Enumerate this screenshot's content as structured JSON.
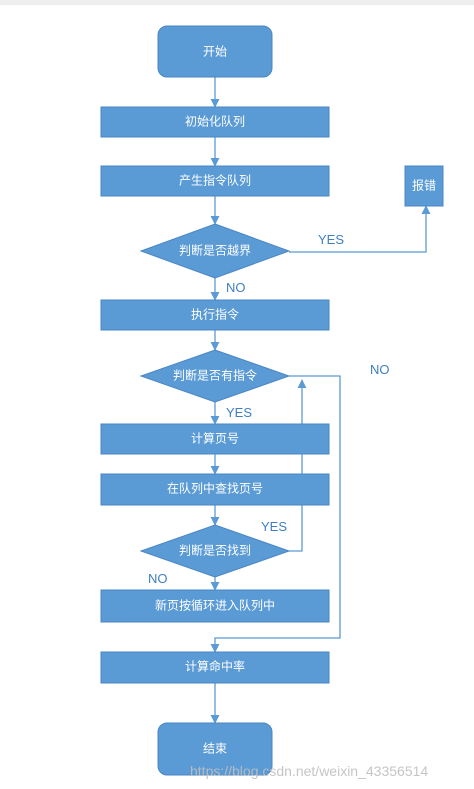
{
  "nodes": {
    "start": "开始",
    "init_queue": "初始化队列",
    "gen_instr": "产生指令队列",
    "check_bounds": "判断是否越界",
    "report_error": "报错",
    "exec_instr": "执行指令",
    "check_instr": "判断是否有指令",
    "calc_page": "计算页号",
    "find_page": "在队列中查找页号",
    "check_found": "判断是否找到",
    "enqueue": "新页按循环进入队列中",
    "calc_hit": "计算命中率",
    "end": "结束"
  },
  "edges": {
    "bounds_yes": "YES",
    "bounds_no": "NO",
    "instr_yes": "YES",
    "instr_no": "NO",
    "found_yes": "YES",
    "found_no": "NO"
  },
  "watermark": "https://blog.csdn.net/weixin_43356514",
  "colors": {
    "fill": "#5b9bd5",
    "stroke": "#4a86c5",
    "text": "#ffffff",
    "edge_label": "#3f7fc2"
  }
}
